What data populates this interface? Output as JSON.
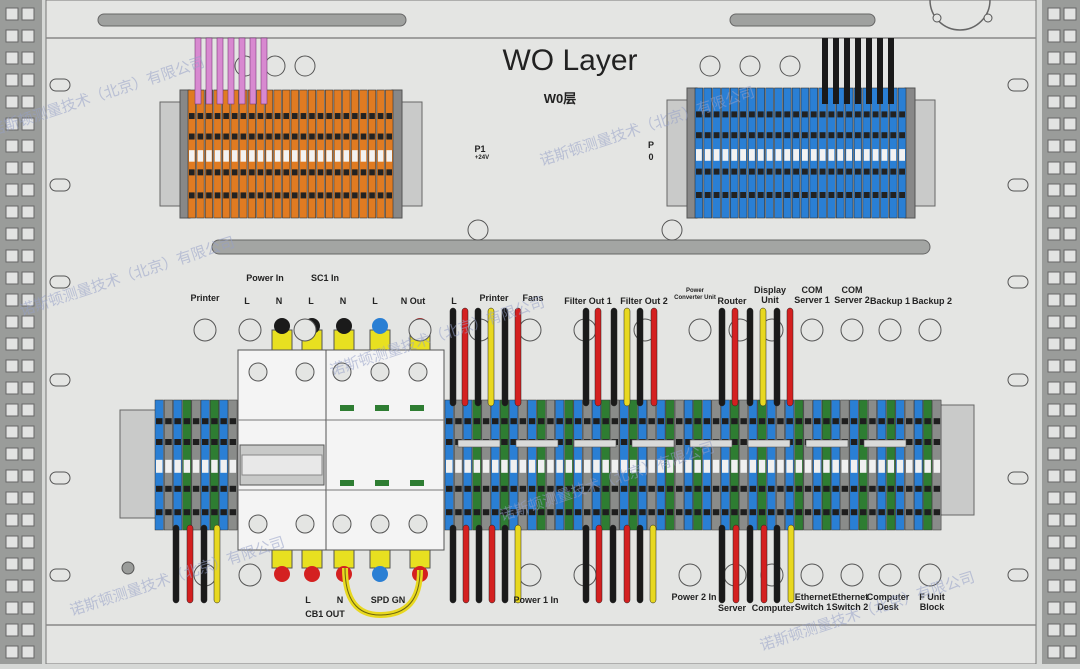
{
  "title": "WO Layer",
  "subtitle": "W0层",
  "p1_label": "P1",
  "p1_voltage": "+24V",
  "p_right_label": "P",
  "p_right_voltage": "0",
  "top_labels": {
    "printer_left": "Printer",
    "power_in": "Power In",
    "sc1_in": "SC1 In",
    "l1": "L",
    "n1": "N",
    "l2": "L",
    "n2": "N",
    "l3": "L",
    "n_out": "N Out",
    "l4": "L",
    "printer_mid": "Printer",
    "fans": "Fans",
    "filter_out_1": "Filter Out 1",
    "filter_out_2": "Filter Out 2",
    "power_converter_unit": "Power Converter Unit",
    "router": "Router",
    "display_unit": "Display Unit",
    "com_server_1": "COM Server 1",
    "com_server_2": "COM Server 2",
    "backup_1": "Backup 1",
    "backup_2": "Backup 2"
  },
  "bottom_labels": {
    "l_cb": "L",
    "n_cb": "N",
    "cb1_out": "CB1 OUT",
    "spd_gnd": "SPD GN",
    "power_1_in": "Power 1 In",
    "power_2_in": "Power 2 In",
    "server": "Server",
    "computer": "Computer",
    "ethernet_switch_1": "Ethernet Switch 1",
    "ethernet_switch_2": "Ethernet Switch 2",
    "computer_desk": "Computer Desk",
    "f_unit_block": "F Unit Block"
  },
  "watermark": "诺斯顿测量技术（北京）有限公司",
  "colors": {
    "panel": "#e4e5e3",
    "orange": "#e07b22",
    "blue": "#2a7fd4",
    "green": "#2e7d32",
    "grey_block": "#8a8c8a",
    "wire_red": "#d42020",
    "wire_black": "#1a1a1a",
    "wire_yellow": "#e8d820",
    "wire_pink": "#d889d0"
  }
}
